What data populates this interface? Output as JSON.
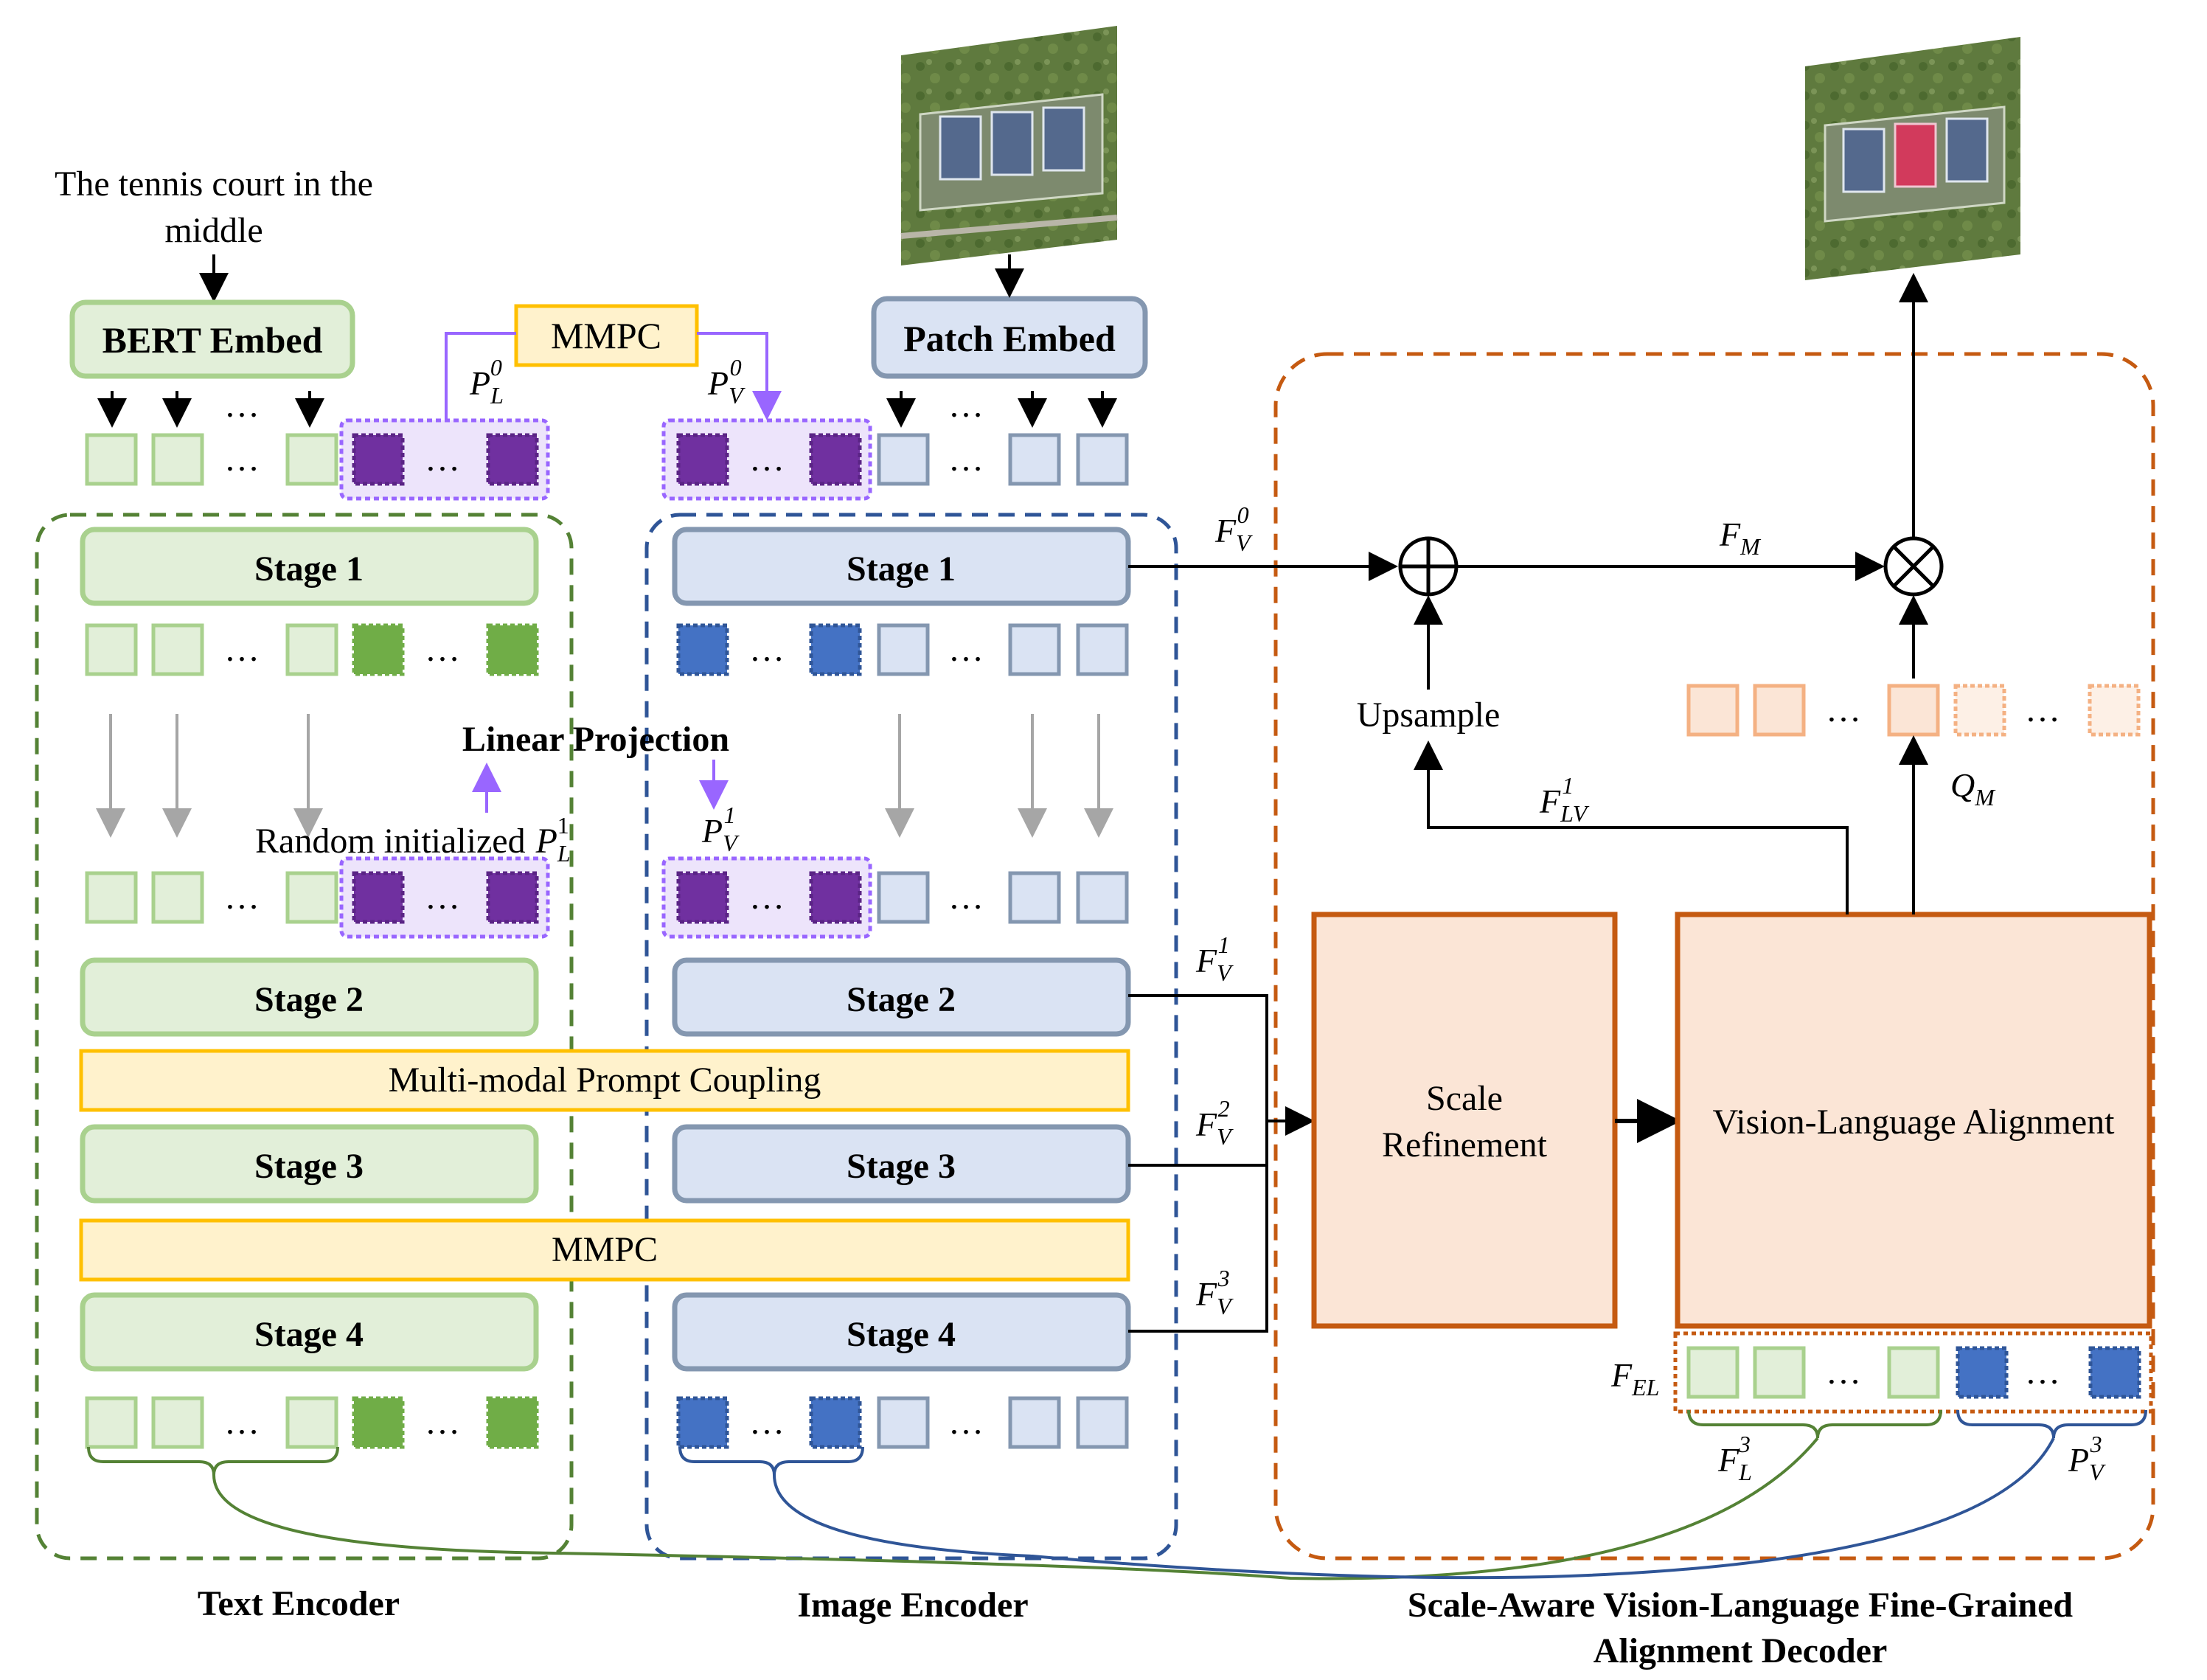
{
  "query_text": {
    "line1": "The tennis court in the",
    "line2": "middle"
  },
  "blocks": {
    "bert_embed": "BERT Embed",
    "patch_embed": "Patch Embed",
    "mmpc_top": "MMPC",
    "mmpc_bar": "MMPC",
    "multi_modal_prompt_coupling": "Multi-modal Prompt Coupling",
    "linear_projection": "Linear Projection",
    "random_initialized": "Random initialized",
    "upsample": "Upsample",
    "scale_refinement_line1": "Scale",
    "scale_refinement_line2": "Refinement",
    "vision_language_alignment": "Vision-Language Alignment"
  },
  "stages": {
    "text": [
      "Stage 1",
      "Stage 2",
      "Stage 3",
      "Stage 4"
    ],
    "image": [
      "Stage 1",
      "Stage 2",
      "Stage 3",
      "Stage 4"
    ]
  },
  "ellipsis": "…",
  "symbols": {
    "P_L0": {
      "base": "P",
      "sub": "L",
      "sup": "0"
    },
    "P_V0": {
      "base": "P",
      "sub": "V",
      "sup": "0"
    },
    "P_L1": {
      "base": "P",
      "sub": "L",
      "sup": "1"
    },
    "P_V1": {
      "base": "P",
      "sub": "V",
      "sup": "1"
    },
    "F_V0": {
      "base": "F",
      "sub": "V",
      "sup": "0"
    },
    "F_V1": {
      "base": "F",
      "sub": "V",
      "sup": "1"
    },
    "F_V2": {
      "base": "F",
      "sub": "V",
      "sup": "2"
    },
    "F_V3": {
      "base": "F",
      "sub": "V",
      "sup": "3"
    },
    "F_M": {
      "base": "F",
      "sub": "M",
      "sup": ""
    },
    "F_LV1": {
      "base": "F",
      "sub": "LV",
      "sup": "1"
    },
    "Q_M": {
      "base": "Q",
      "sub": "M",
      "sup": ""
    },
    "F_EL": {
      "base": "F",
      "sub": "EL",
      "sup": ""
    },
    "F_L3": {
      "base": "F",
      "sub": "L",
      "sup": "3"
    },
    "P_V3": {
      "base": "P",
      "sub": "V",
      "sup": "3"
    }
  },
  "captions": {
    "text_encoder": "Text Encoder",
    "image_encoder": "Image Encoder",
    "decoder_line1": "Scale-Aware Vision-Language Fine-Grained",
    "decoder_line2": "Alignment Decoder"
  },
  "colors": {
    "green_fill": "#e2efd9",
    "green_stroke": "#a9d18e",
    "green_dark": "#548235",
    "green_token": "#70ad47",
    "blue_fill": "#dae3f3",
    "blue_stroke": "#8497b0",
    "blue_dark": "#2f5597",
    "blue_token": "#4472c4",
    "purple_token": "#7030a0",
    "purple_line": "#9966ff",
    "yellow_fill": "#fff2cc",
    "yellow_stroke": "#ffc000",
    "orange_fill": "#fbe5d6",
    "orange_stroke": "#c55a11",
    "orange_token_stroke": "#f4b183"
  }
}
